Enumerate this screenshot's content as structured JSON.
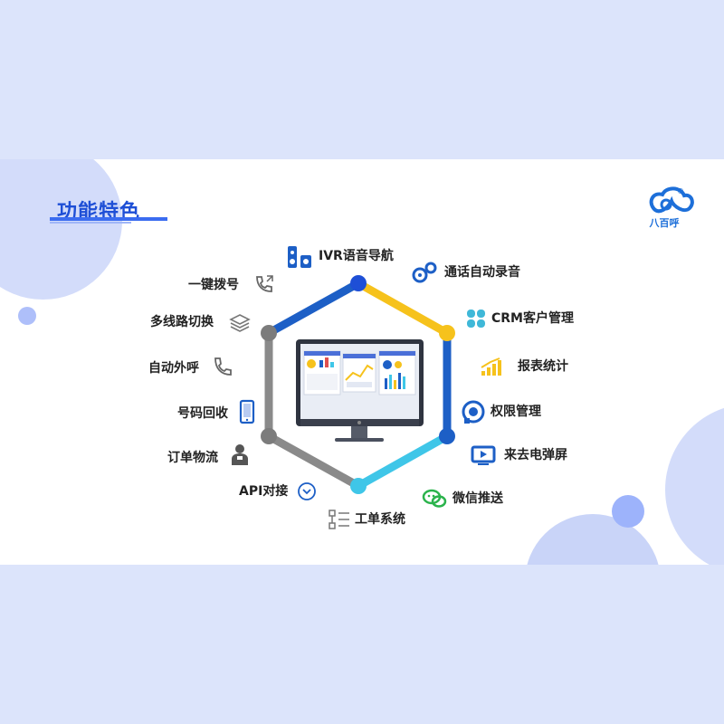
{
  "slide": {
    "title": "功能特色",
    "logo_text": "八百呼",
    "logo_registered": "®"
  },
  "features_right": [
    {
      "label": "IVR语音导航",
      "icon": "ivr-speaker-icon"
    },
    {
      "label": "通话自动录音",
      "icon": "gears-icon"
    },
    {
      "label": "CRM客户管理",
      "icon": "crm-clover-icon"
    },
    {
      "label": "报表统计",
      "icon": "bar-chart-icon"
    },
    {
      "label": "权限管理",
      "icon": "permission-icon"
    },
    {
      "label": "来去电弹屏",
      "icon": "screen-play-icon"
    },
    {
      "label": "微信推送",
      "icon": "wechat-icon"
    },
    {
      "label": "工单系统",
      "icon": "workflow-icon"
    }
  ],
  "features_left": [
    {
      "label": "一键拨号",
      "icon": "phone-dial-icon"
    },
    {
      "label": "多线路切换",
      "icon": "layers-icon"
    },
    {
      "label": "自动外呼",
      "icon": "phone-icon"
    },
    {
      "label": "号码回收",
      "icon": "mobile-phone-icon"
    },
    {
      "label": "订单物流",
      "icon": "person-icon"
    },
    {
      "label": "API对接",
      "icon": "chevron-circle-icon"
    }
  ],
  "colors": {
    "accent_blue": "#1e4fd6",
    "ring_yellow": "#f6c21c",
    "ring_navy": "#1d5fc6",
    "ring_cyan": "#3fc6e8",
    "ring_gray": "#7c7c7c"
  }
}
